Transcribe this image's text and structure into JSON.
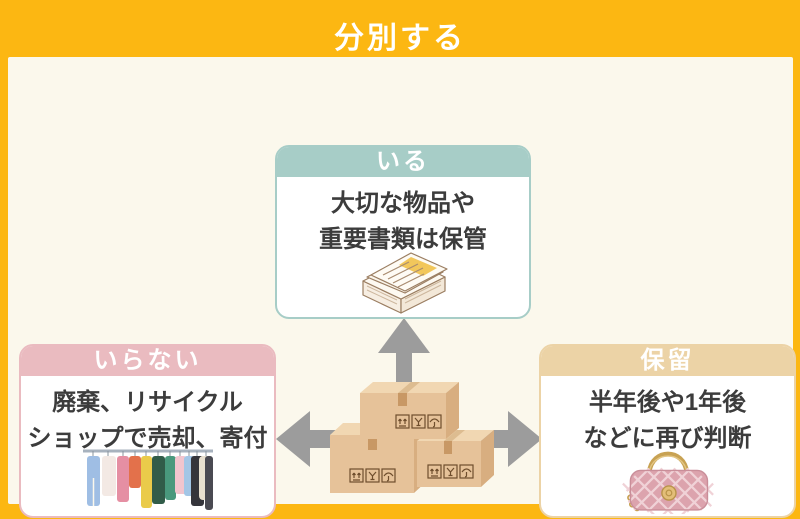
{
  "title": "分別する",
  "colors": {
    "frame": "#FCB712",
    "canvas": "#FBF8EC",
    "need_accent": "#A7CDC7",
    "discard_accent": "#EABBC0",
    "hold_accent": "#ECD3A6",
    "arrow": "#9C9C9C",
    "text": "#3C3C3C"
  },
  "cards": [
    {
      "id": "need",
      "label": "いる",
      "lines": [
        "大切な物品や",
        "重要書類は保管"
      ],
      "icon": "documents-stack-icon"
    },
    {
      "id": "discard",
      "label": "いらない",
      "lines": [
        "廃棄、リサイクル",
        "ショップで売却、寄付"
      ],
      "icon": "clothes-rack-icon"
    },
    {
      "id": "hold",
      "label": "保留",
      "lines": [
        "半年後や1年後",
        "などに再び判断"
      ],
      "icon": "handbag-icon"
    }
  ],
  "center": {
    "icon": "cardboard-boxes-icon",
    "arrows": [
      "arrow-up-icon",
      "arrow-left-icon",
      "arrow-right-icon"
    ]
  }
}
